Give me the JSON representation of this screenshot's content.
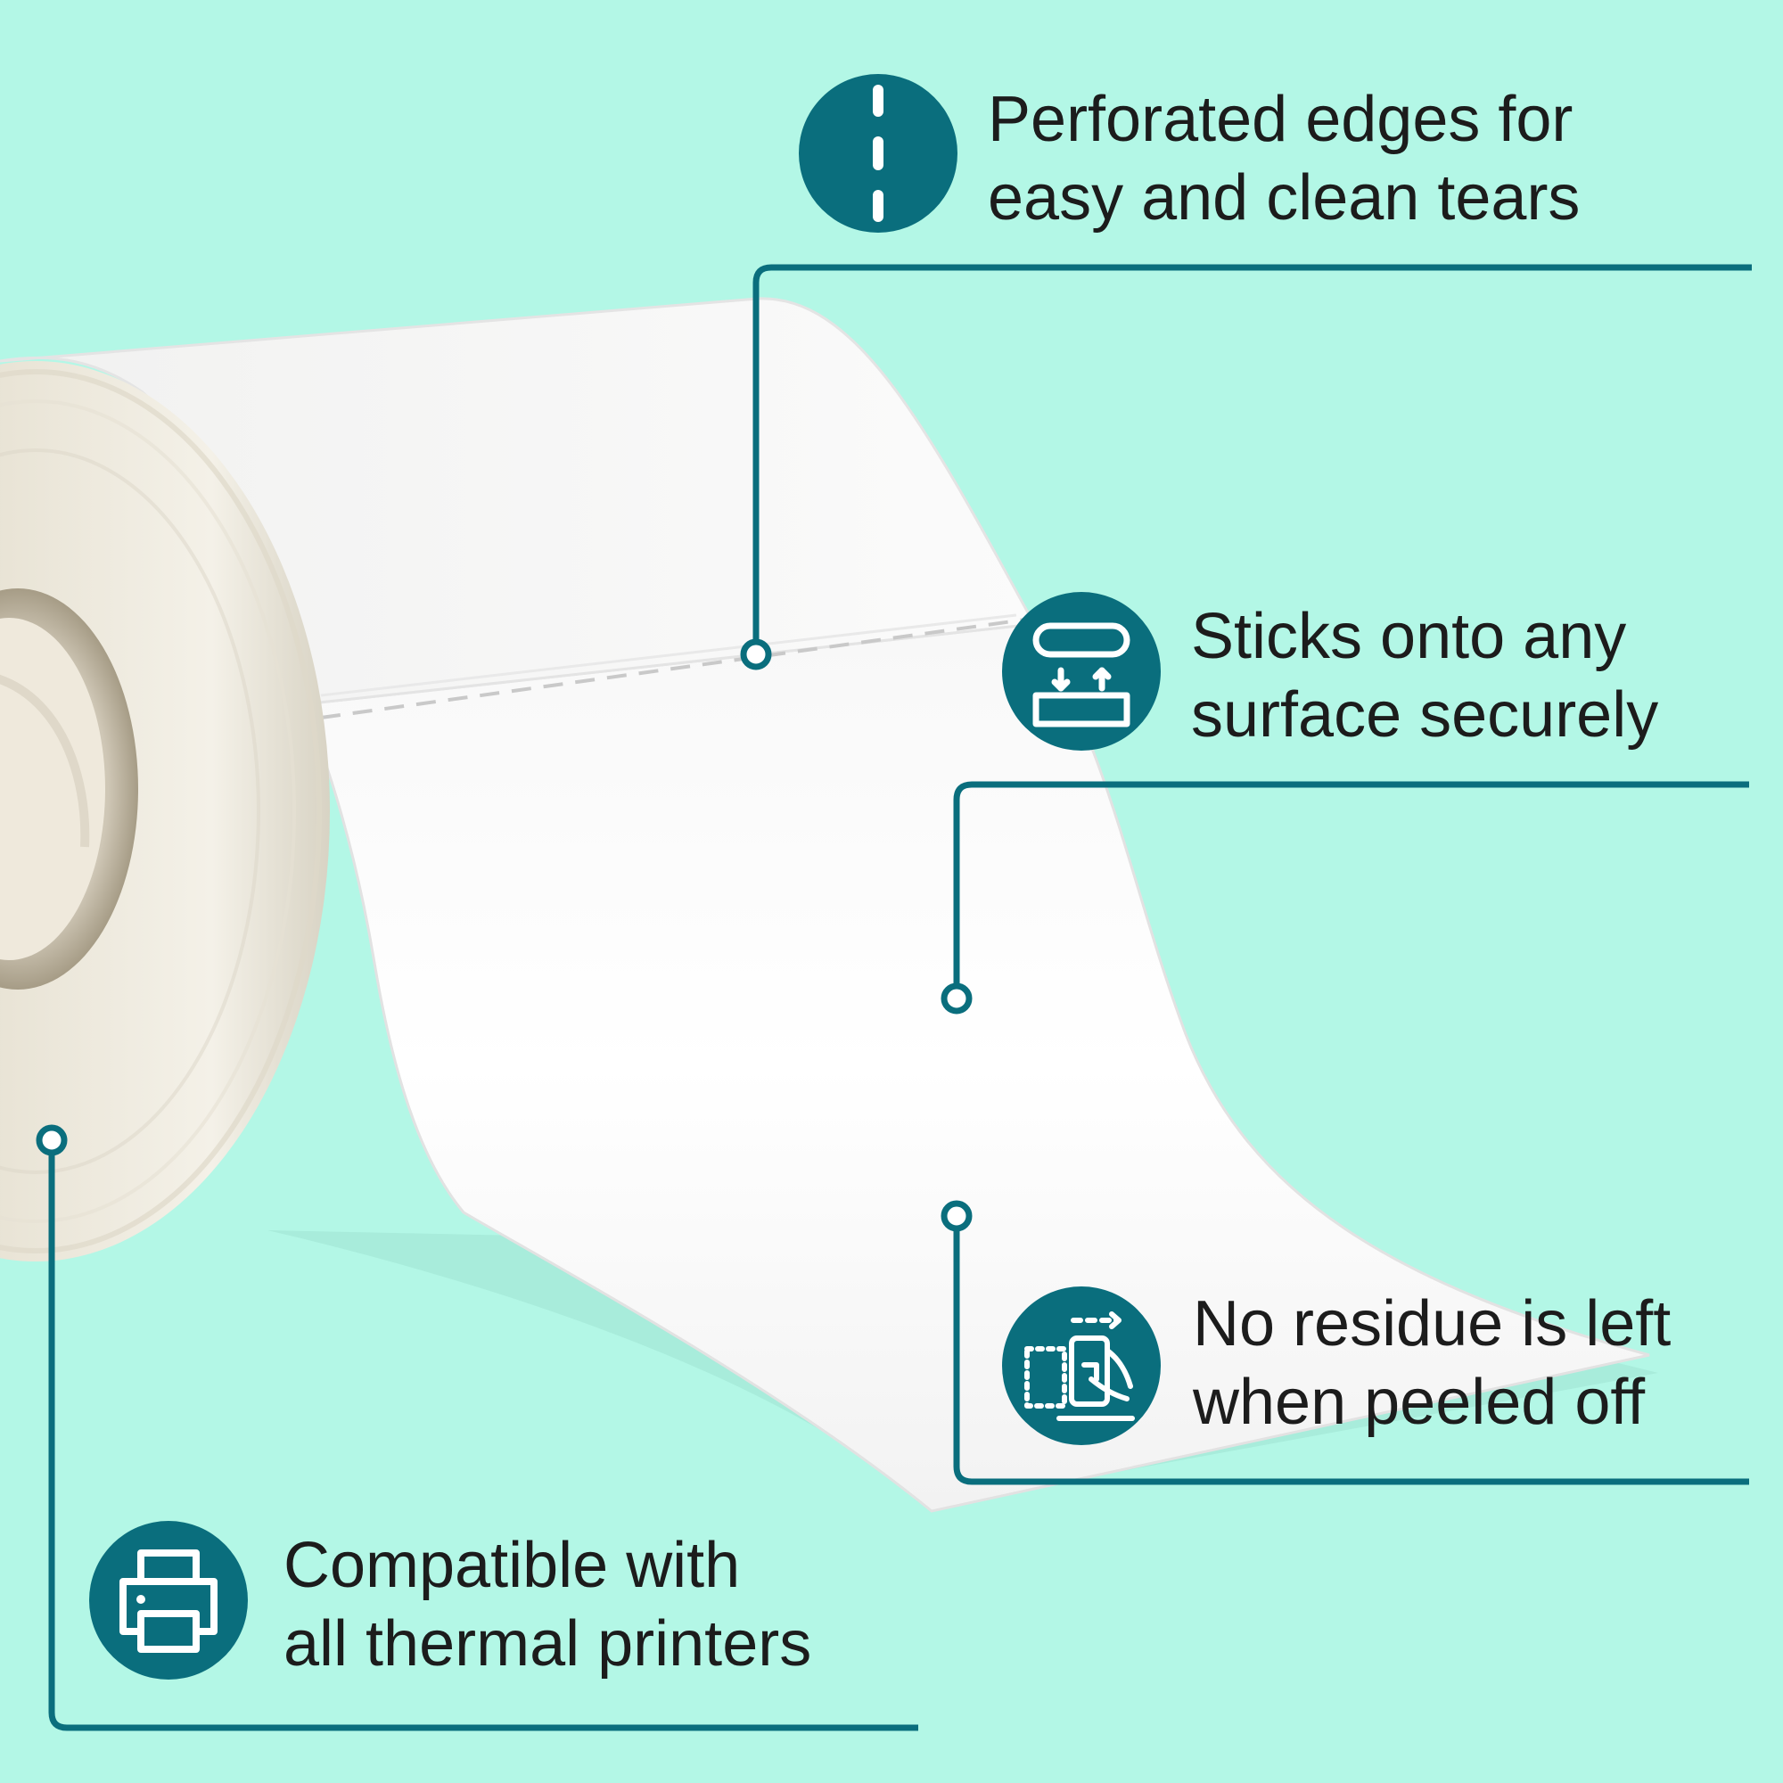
{
  "theme": {
    "background": "#b3f7e6",
    "accent": "#0a6e7d",
    "text": "#1c1c1c",
    "label": "#ffffff"
  },
  "features": [
    {
      "id": "perforated",
      "icon": "perforation-icon",
      "lines": [
        "Perforated edges for",
        "easy and clean tears"
      ]
    },
    {
      "id": "sticks",
      "icon": "adhesive-icon",
      "lines": [
        "Sticks onto any",
        "surface securely"
      ]
    },
    {
      "id": "residue",
      "icon": "peel-off-icon",
      "lines": [
        "No residue is left",
        "when peeled off"
      ]
    },
    {
      "id": "printers",
      "icon": "printer-icon",
      "lines": [
        "Compatible with",
        "all thermal printers"
      ]
    }
  ]
}
